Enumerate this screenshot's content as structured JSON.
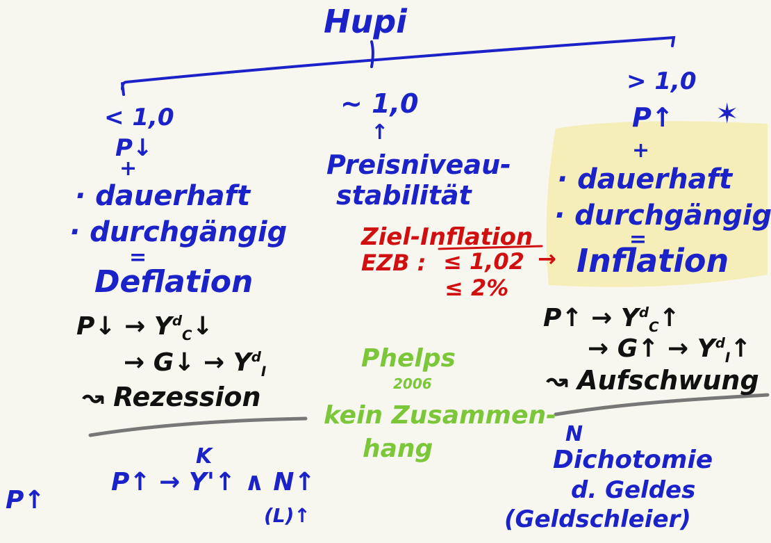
{
  "colors": {
    "background": "#f7f6ef",
    "blue_ink": "#1a22c8",
    "black_ink": "#111111",
    "red_ink": "#d01010",
    "green_ink": "#7cc63a",
    "highlight": "#f5eba6",
    "divider": "#777777"
  },
  "title": "Hupi",
  "left": {
    "condition": "< 1,0",
    "price": "P↓",
    "plus": "+",
    "items": [
      "· dauerhaft",
      "· durchgängig"
    ],
    "equals": "=",
    "result": "Deflation",
    "chain": {
      "line1": "P↓ → Y",
      "line1_sup": "d",
      "line1_sub": "C",
      "line1_end": "↓",
      "line2": "→ G↓ → Y",
      "line2_sup": "d",
      "line2_sub": "I",
      "line3": "↝ Rezession"
    },
    "bottom_letter": "K",
    "bottom_formula": "P↑ → Y'↑ ∧ N↑",
    "bottom_sub": "(L)↑",
    "margin_label": "P↑"
  },
  "middle": {
    "condition": "~ 1,0",
    "arrow": "↑",
    "stability_line1": "Preisniveau-",
    "stability_line2": "stabilität",
    "target_line1": "Ziel-Inflation",
    "target_line2": "EZB :",
    "target_value1": "≤ 1,02",
    "target_value2": "≤ 2%",
    "target_arrow": "→",
    "phelps_name": "Phelps",
    "phelps_year": "2006",
    "phelps_line1": "kein Zusammen-",
    "phelps_line2": "hang"
  },
  "right": {
    "condition": "> 1,0",
    "price": "P↑",
    "star": "✶",
    "plus": "+",
    "items": [
      "· dauerhaft",
      "· durchgängig"
    ],
    "equals": "=",
    "result": "Inflation",
    "chain": {
      "line1": "P↑ → Y",
      "line1_sup": "d",
      "line1_sub": "C",
      "line1_end": "↑",
      "line2": "→ G↑ → Y",
      "line2_sup": "d",
      "line2_sub": "I",
      "line2_end": "↑",
      "line3": "↝ Aufschwung"
    },
    "bottom_letter": "N",
    "bottom_line1": "Dichotomie",
    "bottom_line2": "d. Geldes",
    "bottom_line3": "(Geldschleier)"
  }
}
